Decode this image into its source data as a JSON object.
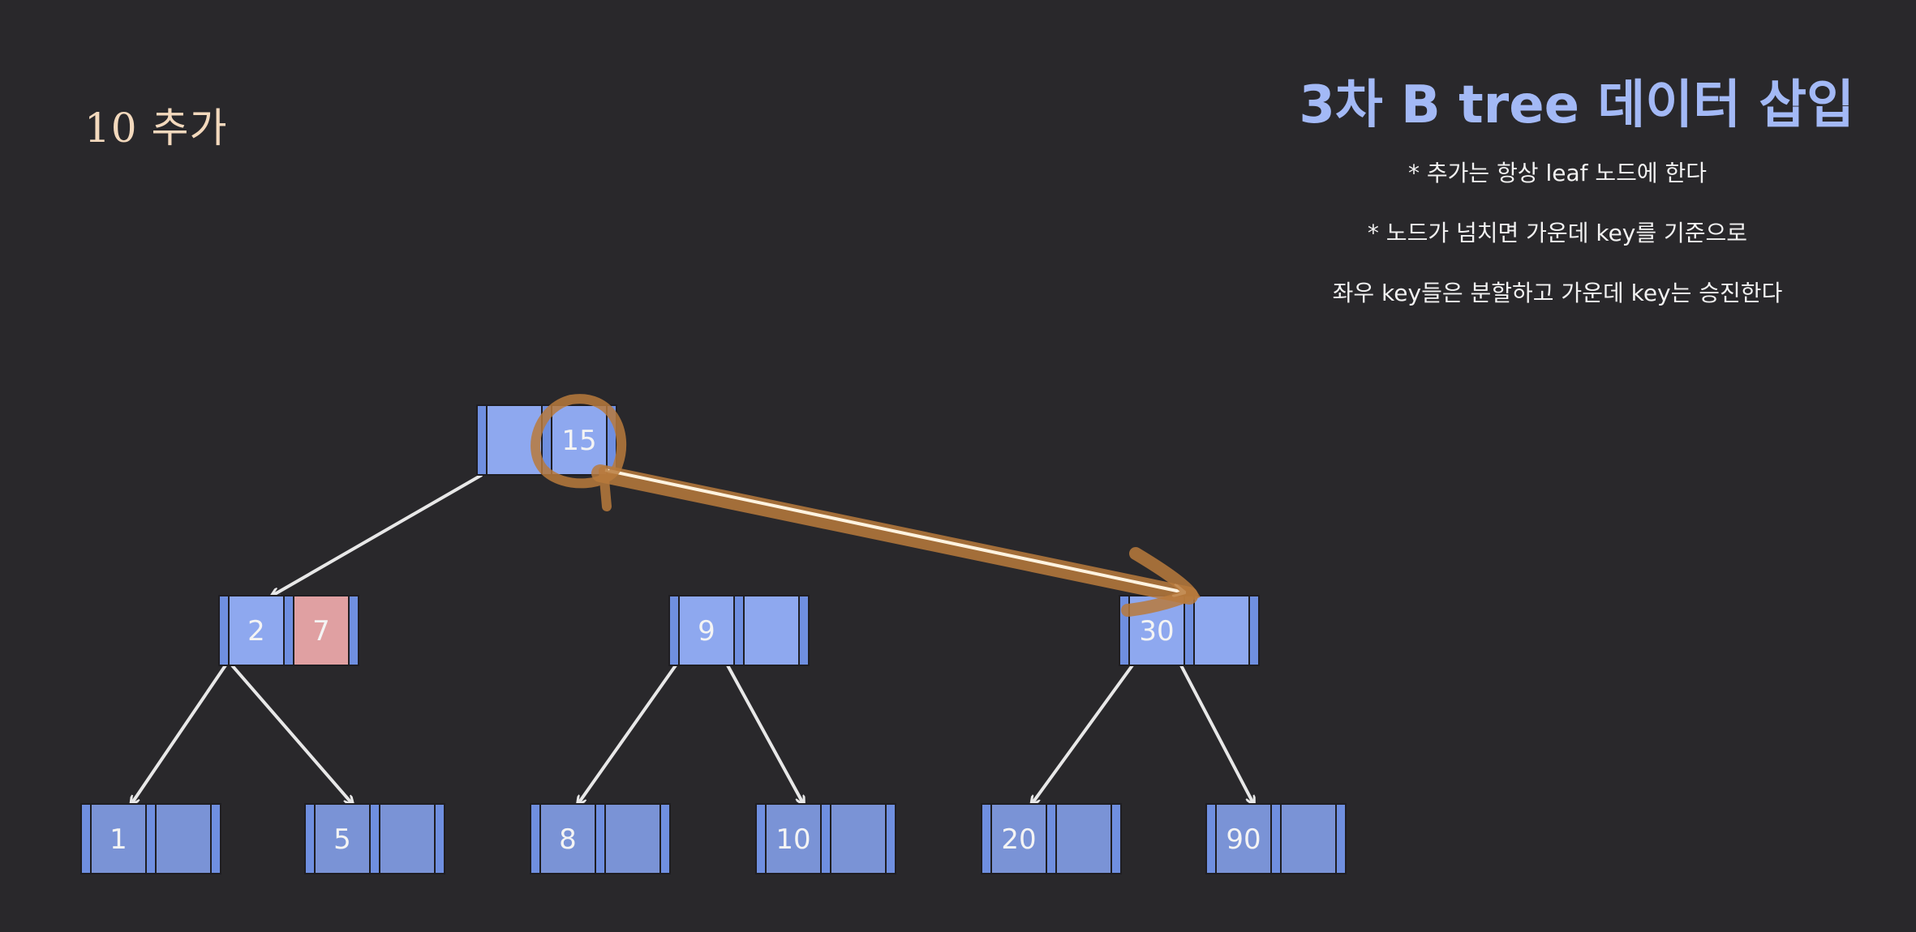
{
  "step_label": "10 추가",
  "title": "3차 B tree 데이터 삽입",
  "rules": [
    "* 추가는 항상 leaf 노드에 한다",
    "* 노드가 넘치면 가운데 key를 기준으로",
    "좌우 key들은 분할하고 가운데 key는 승진한다"
  ],
  "tree": {
    "root": {
      "keys": [
        "",
        "15"
      ]
    },
    "internal": [
      {
        "keys": [
          "2",
          "7"
        ],
        "highlight_key": "7"
      },
      {
        "keys": [
          "9",
          ""
        ]
      },
      {
        "keys": [
          "30",
          ""
        ]
      }
    ],
    "leaves": [
      {
        "keys": [
          "1",
          ""
        ]
      },
      {
        "keys": [
          "5",
          ""
        ]
      },
      {
        "keys": [
          "8",
          ""
        ]
      },
      {
        "keys": [
          "10",
          ""
        ]
      },
      {
        "keys": [
          "20",
          ""
        ]
      },
      {
        "keys": [
          "90",
          ""
        ]
      }
    ]
  },
  "annotation": {
    "note": "orange hand-drawn circle around 15 and arrow from root to node 30"
  },
  "colors": {
    "background": "#29282b",
    "key_cell": "#8ea8ef",
    "leaf_cell": "#7a93d6",
    "highlight": "#e0a0a2",
    "pointer_slot": "#6f8fe0",
    "annotation": "#b97a3c",
    "title": "#a3b9f6",
    "step_label": "#f3d9bd",
    "arrow": "#e8e8e8"
  }
}
